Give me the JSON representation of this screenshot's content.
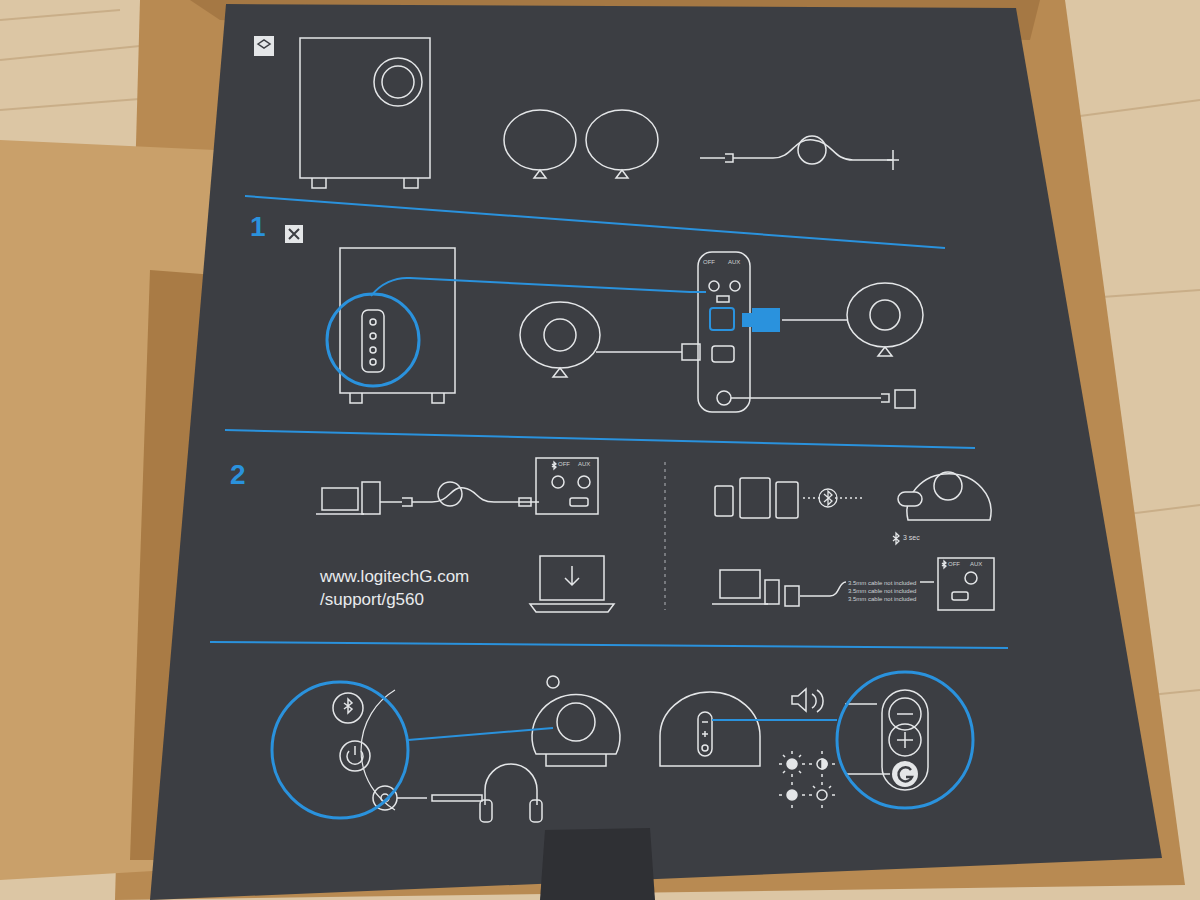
{
  "diagram": {
    "labels": [
      "1",
      "OFF",
      "AUX",
      "2",
      "OFF",
      "AUX",
      "www.logitechG.com /support/g560",
      "3 sec",
      "OFF",
      "AUX",
      "3.5mm cable not included",
      "3.5mm cable not included",
      "3.5mm cable not included"
    ]
  }
}
